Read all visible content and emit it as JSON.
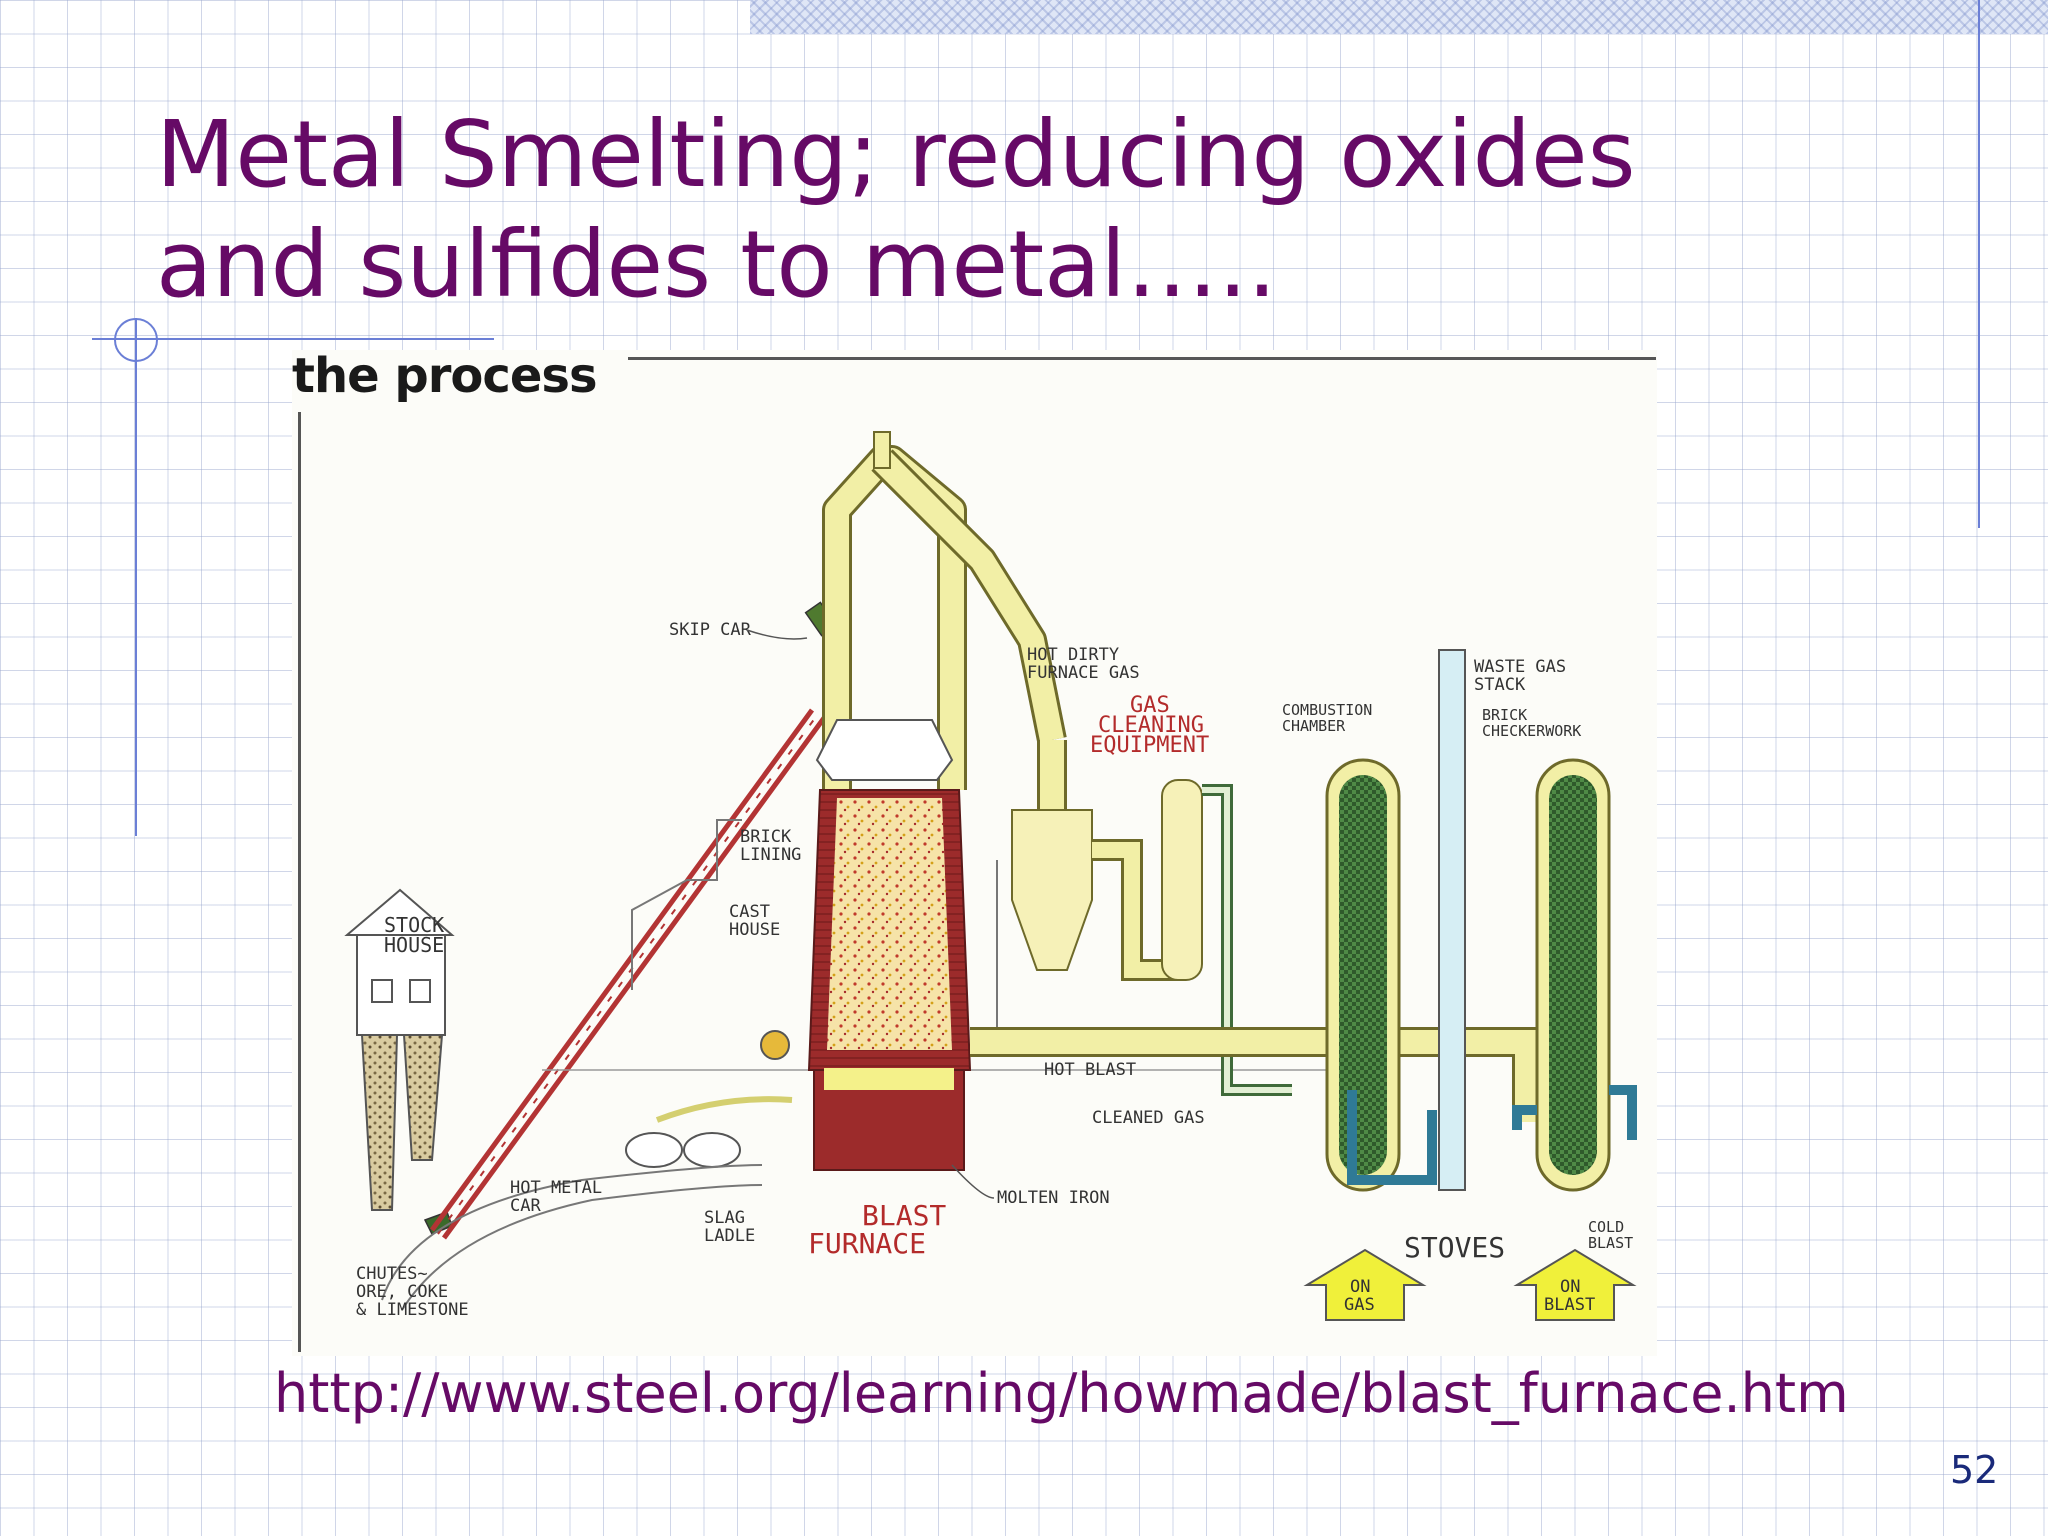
{
  "slide": {
    "title": "Metal Smelting; reducing oxides and sulfides to metal…..",
    "url": "http://www.steel.org/learning/howmade/blast_furnace.htm",
    "page_number": "52"
  },
  "figure": {
    "heading": "the process",
    "labels": {
      "skip_car": "SKIP CAR",
      "hot_dirty_gas_1": "HOT DIRTY",
      "hot_dirty_gas_2": "FURNACE GAS",
      "gas_cleaning_1": "GAS",
      "gas_cleaning_2": "CLEANING",
      "gas_cleaning_3": "EQUIPMENT",
      "combustion_1": "COMBUSTION",
      "combustion_2": "CHAMBER",
      "waste_gas_1": "WASTE GAS",
      "waste_gas_2": "STACK",
      "brick_checker_1": "BRICK",
      "brick_checker_2": "CHECKERWORK",
      "brick_lining_1": "BRICK",
      "brick_lining_2": "LINING",
      "cast_house_1": "CAST",
      "cast_house_2": "HOUSE",
      "stock_house_1": "STOCK",
      "stock_house_2": "HOUSE",
      "hot_blast": "HOT BLAST",
      "cleaned_gas": "CLEANED GAS",
      "hot_metal_car_1": "HOT METAL",
      "hot_metal_car_2": "CAR",
      "slag_ladle_1": "SLAG",
      "slag_ladle_2": "LADLE",
      "molten_iron": "MOLTEN IRON",
      "blast_furnace_1": "BLAST",
      "blast_furnace_2": "FURNACE",
      "stoves": "STOVES",
      "cold_blast_1": "COLD",
      "cold_blast_2": "BLAST",
      "chutes_1": "CHUTES~",
      "chutes_2": "ORE, COKE",
      "chutes_3": "& LIMESTONE",
      "on_gas_1": "ON",
      "on_gas_2": "GAS",
      "on_blast_1": "ON",
      "on_blast_2": "BLAST"
    },
    "colors": {
      "furnace": "#a32c2c",
      "pipe": "#f2efa6",
      "pipe_outline": "#6e6a2a",
      "cold_pipe": "#9fd8e6",
      "stove_fill": "#3f7a3a",
      "ladder": "#b33434",
      "label_red": "#b32b2b",
      "arrow_box": "#f0f03a"
    }
  }
}
